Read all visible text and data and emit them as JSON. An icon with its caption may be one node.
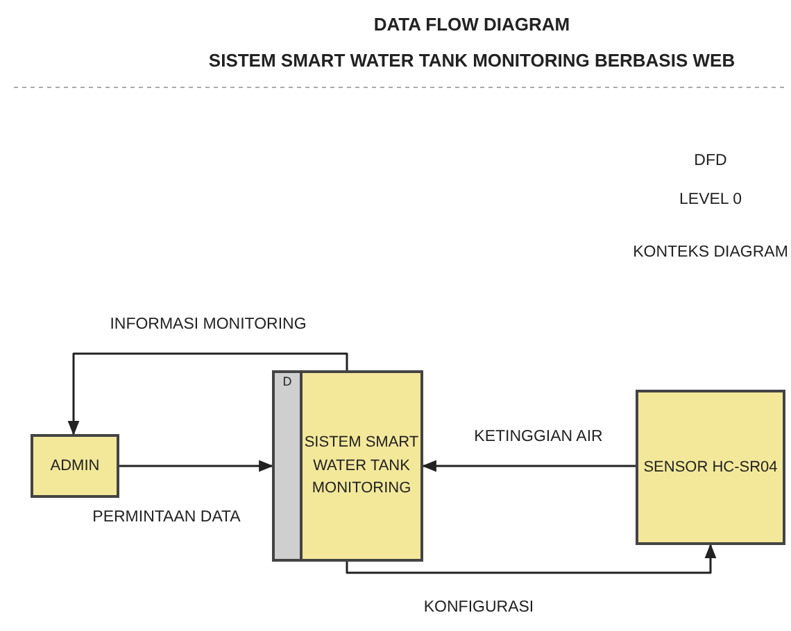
{
  "diagram": {
    "title": "DATA FLOW DIAGRAM",
    "nodes": [
      {
        "text": [
          "ADMIN"
        ]
      },
      {
        "text": [
          "D",
          "SISTEM SMART WATER TANK MONITORING"
        ]
      },
      {
        "text": [
          "SENSOR HC-SR04"
        ]
      }
    ],
    "edges": [
      {
        "from": 1,
        "to": 0,
        "arrow": "to",
        "label": "INFORMASI MONITORING"
      },
      {
        "from": 0,
        "to": 1,
        "arrow": "to",
        "label": "PERMINTAAN DATA"
      },
      {
        "from": 2,
        "to": 1,
        "arrow": "to",
        "label": "KETINGGIAN AIR"
      },
      {
        "from": 1,
        "to": 2,
        "arrow": "to",
        "label": "KONFIGURASI"
      }
    ],
    "labels": [
      "SISTEM SMART WATER TANK MONITORING BERBASIS WEB",
      "DFD",
      "LEVEL 0",
      "KONTEKS DIAGRAM"
    ]
  }
}
